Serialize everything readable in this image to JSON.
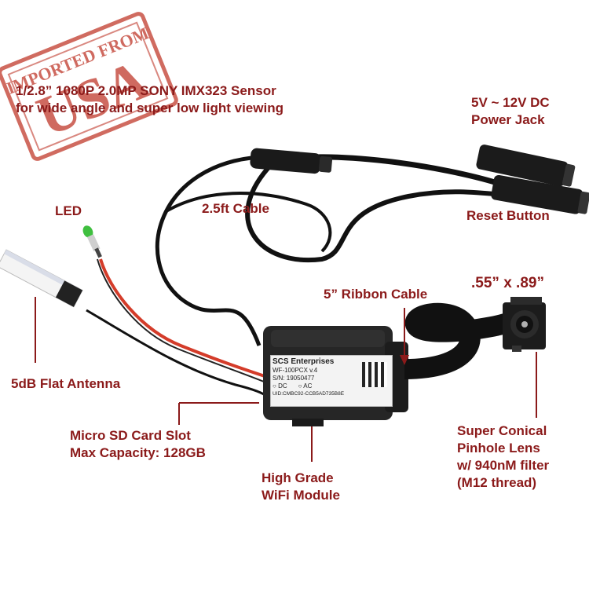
{
  "stamp": {
    "top_text": "IMPORTED FROM",
    "main_text": "USA"
  },
  "labels": {
    "sensor_line1": "1/2.8” 1080P 2.0MP SONY IMX323 Sensor",
    "sensor_line2": "for wide angle and super low light viewing",
    "power_line1": "5V ~ 12V DC",
    "power_line2": "Power Jack",
    "reset": "Reset Button",
    "led": "LED",
    "cable": "2.5ft Cable",
    "ribbon": "5” Ribbon Cable",
    "size": ".55” x .89”",
    "antenna": "5dB Flat Antenna",
    "sd_line1": "Micro SD Card Slot",
    "sd_line2": "Max Capacity: 128GB",
    "wifi_line1": "High Grade",
    "wifi_line2": "WiFi Module",
    "lens_line1": "Super Conical",
    "lens_line2": "Pinhole Lens",
    "lens_line3": "w/ 940nM filter",
    "lens_line4": "(M12 thread)"
  },
  "module_label": {
    "brand": "SCS Enterprises",
    "model": "WF-100PCX v.4",
    "serial": "S/N: 19050477",
    "dc": "DC",
    "ac": "AC",
    "uid": "UID:CMBC92-CCB5AD735B8E"
  },
  "colors": {
    "label_red": "#8b1a1a",
    "stamp_red": "#c0392b",
    "cable_black": "#111111",
    "wire_red": "#d43c2a",
    "led_green": "#3fbf3f"
  }
}
